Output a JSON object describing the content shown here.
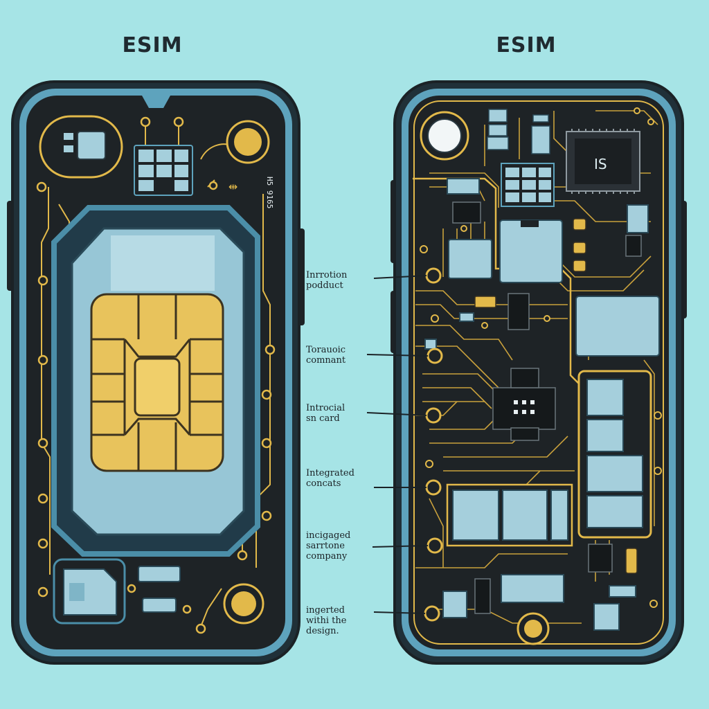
{
  "titles": {
    "left": "ESIM",
    "right": "ESIM"
  },
  "left_phone": {
    "side_label": "H5 9165"
  },
  "right_phone": {
    "chip_label": "IS"
  },
  "callouts": [
    {
      "line1": "Inrrotion",
      "line2": "podduct"
    },
    {
      "line1": "Torauoic",
      "line2": "comnant"
    },
    {
      "line1": "Introcial",
      "line2": "sn card"
    },
    {
      "line1": "Integrated",
      "line2": "concats"
    },
    {
      "line1": "incigaged",
      "line2": "sarrtone",
      "line3": "company"
    },
    {
      "line1": "ingerted",
      "line2": "withi the",
      "line3": "design."
    }
  ],
  "colors": {
    "background": "#a6e4e6",
    "phone_body": "#1e2326",
    "gold": "#e2b94a",
    "sim_blue": "#a5cfdc",
    "frame": "#4b8ea8"
  }
}
